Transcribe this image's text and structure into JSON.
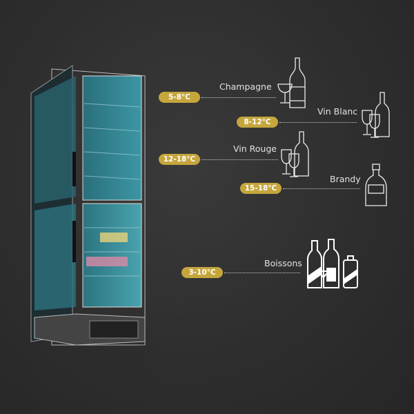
{
  "zones": [
    {
      "name": "Champagne",
      "temp": "5-8°C",
      "icon": "champagne-icon"
    },
    {
      "name": "Vin Blanc",
      "temp": "8-12°C",
      "icon": "white-wine-icon"
    },
    {
      "name": "Vin Rouge",
      "temp": "12-18°C",
      "icon": "red-wine-icon"
    },
    {
      "name": "Brandy",
      "temp": "15-18°C",
      "icon": "brandy-bottle-icon"
    },
    {
      "name": "Boissons",
      "temp": "3-10°C",
      "icon": "beverages-icon"
    }
  ],
  "colors": {
    "badge": "#c5a63d",
    "background": "#2f2f2f"
  }
}
